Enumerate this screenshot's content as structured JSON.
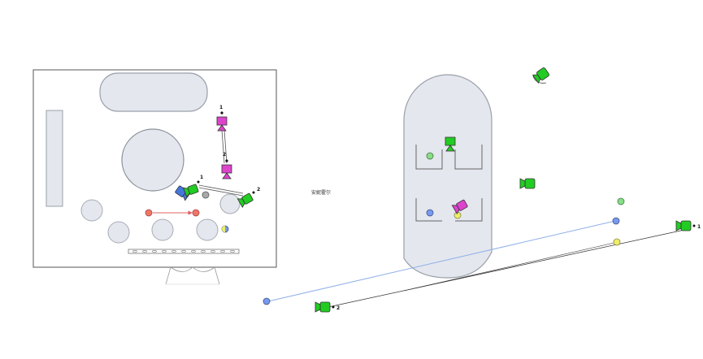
{
  "center_label": "安妮霍尔",
  "camera_numbers": {
    "left_top": "1",
    "left_mid": "2",
    "left_green_a": "1",
    "left_green_b": "2",
    "right_green_1": "1",
    "right_green_2": "2"
  },
  "colors": {
    "camera_green": "#22cc22",
    "camera_magenta": "#dd44cc",
    "camera_blue": "#4477dd",
    "set_fill": "#e4e7ee",
    "set_stroke": "#9aa0aa",
    "path_blue": "#8fb0e8",
    "path_red": "#e06060",
    "path_dark": "#333333",
    "actor_green": "#88dd88",
    "actor_blue": "#7799ee",
    "actor_yellow": "#eeee66",
    "actor_red": "#ee7766",
    "actor_gray": "#aaaaaa"
  },
  "icons": {
    "camera": "video-camera-icon",
    "actor": "actor-marker-icon"
  }
}
